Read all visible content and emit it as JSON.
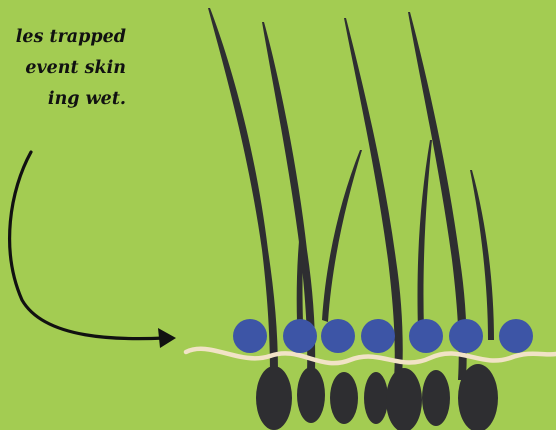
{
  "caption": {
    "lines": [
      "les trapped",
      "event skin",
      "ing wet."
    ]
  },
  "colors": {
    "background": "#a3cc52",
    "hair": "#2e2e31",
    "bubble": "#3d55a6",
    "skin_line": "#f1e3c6",
    "arrow": "#111111"
  },
  "icons": [
    "hair-follicle",
    "air-bubble",
    "curved-arrow"
  ]
}
